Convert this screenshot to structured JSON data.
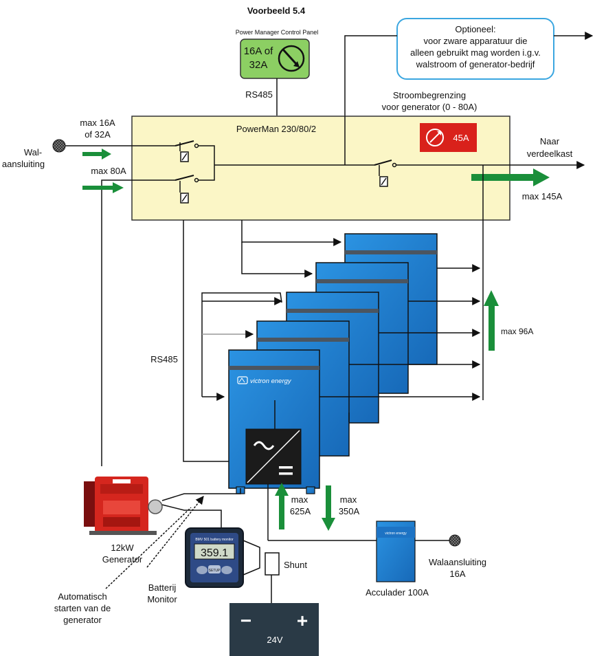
{
  "header": {
    "example_title": "Voorbeeld 5.4",
    "control_panel_label": "Power Manager Control Panel",
    "control_panel_rating_line1": "16A of",
    "control_panel_rating_line2": "32A"
  },
  "optional_note": {
    "line1": "Optioneel:",
    "line2": "voor zware apparatuur die",
    "line3": "alleen gebruikt mag worden i.g.v.",
    "line4": "walstroom of generator-bedrijf"
  },
  "powerman": {
    "title": "PowerMan 230/80/2",
    "limit_title_line1": "Stroombegrenzing",
    "limit_title_line2": "voor generator (0 - 80A)",
    "limit_value": "45A"
  },
  "labels": {
    "rs485_top": "RS485",
    "rs485_left": "RS485",
    "shore_line1": "Wal-",
    "shore_line2": "aansluiting",
    "max16_line1": "max 16A",
    "max16_line2": "of 32A",
    "max80": "max 80A",
    "naar_line1": "Naar",
    "naar_line2": "verdeelkast",
    "max145": "max 145A",
    "max96": "max 96A",
    "max625_line1": "max",
    "max625_line2": "625A",
    "max350_line1": "max",
    "max350_line2": "350A",
    "victron_logo": "victron energy",
    "charger_logo": "victron energy",
    "monitor_reading": "359.1",
    "monitor_header": "BMV 501 battery monitor",
    "monitor_button": "SETUP",
    "shunt": "Shunt",
    "battery_minus": "−",
    "battery_plus": "+",
    "battery_voltage": "24V",
    "generator_line1": "12kW",
    "generator_line2": "Generator",
    "batt_mon_line1": "Batterij",
    "batt_mon_line2": "Monitor",
    "auto_line1": "Automatisch",
    "auto_line2": "starten van de",
    "auto_line3": "generator",
    "acculader": "Acculader 100A",
    "walaansluiting16_line1": "Walaansluiting",
    "walaansluiting16_line2": "16A"
  },
  "colors": {
    "powerman_fill": "#fbf6c6",
    "inverter_blue": "#1f84d6",
    "arrow_green": "#1a8f3a",
    "panel_green": "#8ccf63",
    "limit_red": "#d9211b",
    "battery_dark": "#2a3a46",
    "note_border": "#3aa6e0"
  }
}
